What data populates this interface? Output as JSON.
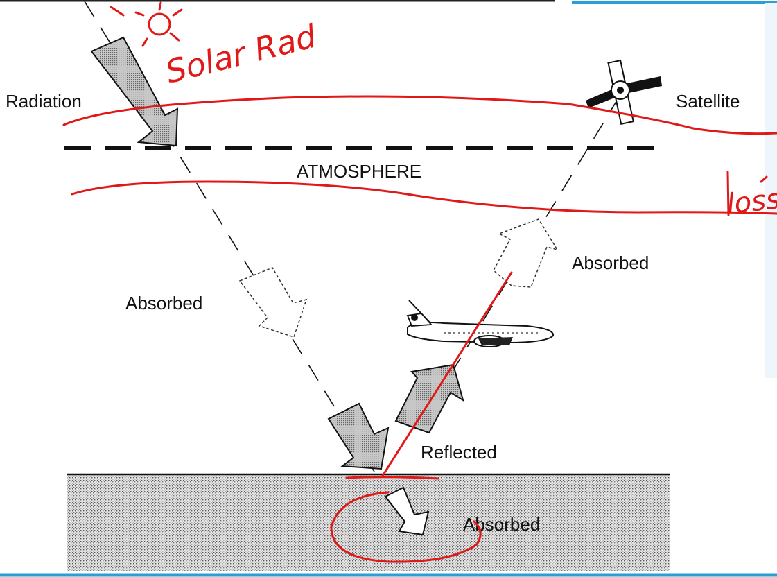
{
  "diagram": {
    "labels": {
      "radiation": "Radiation",
      "satellite": "Satellite",
      "atmosphere": "ATMOSPHERE",
      "absorbed_left": "Absorbed",
      "absorbed_right": "Absorbed",
      "reflected": "Reflected",
      "absorbed_ground": "Absorbed"
    },
    "annotations": {
      "solar_note": "Solar Rad",
      "loss_note": "loss"
    },
    "icons": [
      "sun-icon",
      "satellite-icon",
      "airplane-icon"
    ],
    "colors": {
      "annotation": "#e01818",
      "ink": "#111111",
      "arrow_fill": "#b9b9b9",
      "ground_fill": "#cfcfcf",
      "frame_accent": "#2a9fd6"
    }
  }
}
